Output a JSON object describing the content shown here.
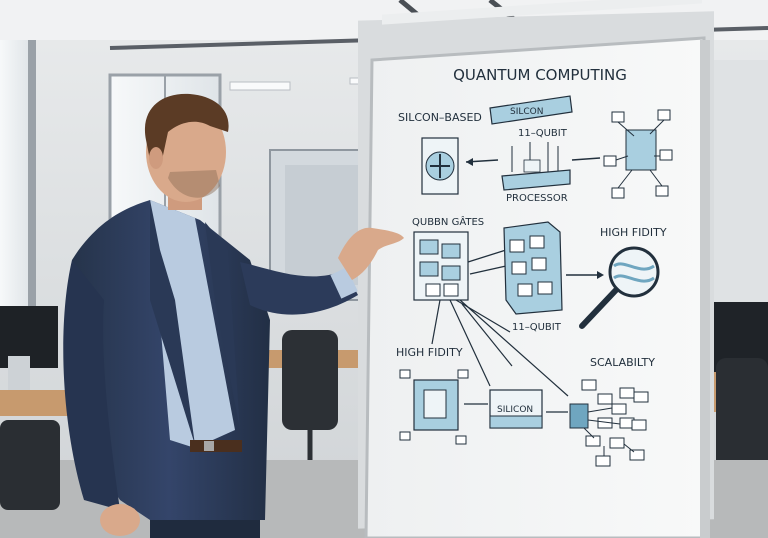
{
  "board": {
    "title": "QUANTUM COMPUTING",
    "labels": {
      "silicon_based": "SILCON–BASED",
      "silicon_top": "SILCON",
      "eleven_qubit_top": "11–QUBIT",
      "processor": "PROCESSOR",
      "qubit_gates": "QUBBN GÂTES",
      "high_fidelity_right": "HIGH FIDITY",
      "eleven_qubit_mid": "11–QUBIT",
      "high_fidelity_left": "HIGH FIDITY",
      "scalability": "SCALABILTY",
      "silicon_bottom": "SILICON"
    }
  },
  "colors": {
    "ink": "#22303d",
    "chip_blue": "#a9cfe0",
    "chip_blue_dark": "#6fa6c0",
    "jacket": "#2b3a55",
    "shirt": "#b9cbe0",
    "board": "#f3f4f4",
    "wall": "#e4e6e7"
  }
}
